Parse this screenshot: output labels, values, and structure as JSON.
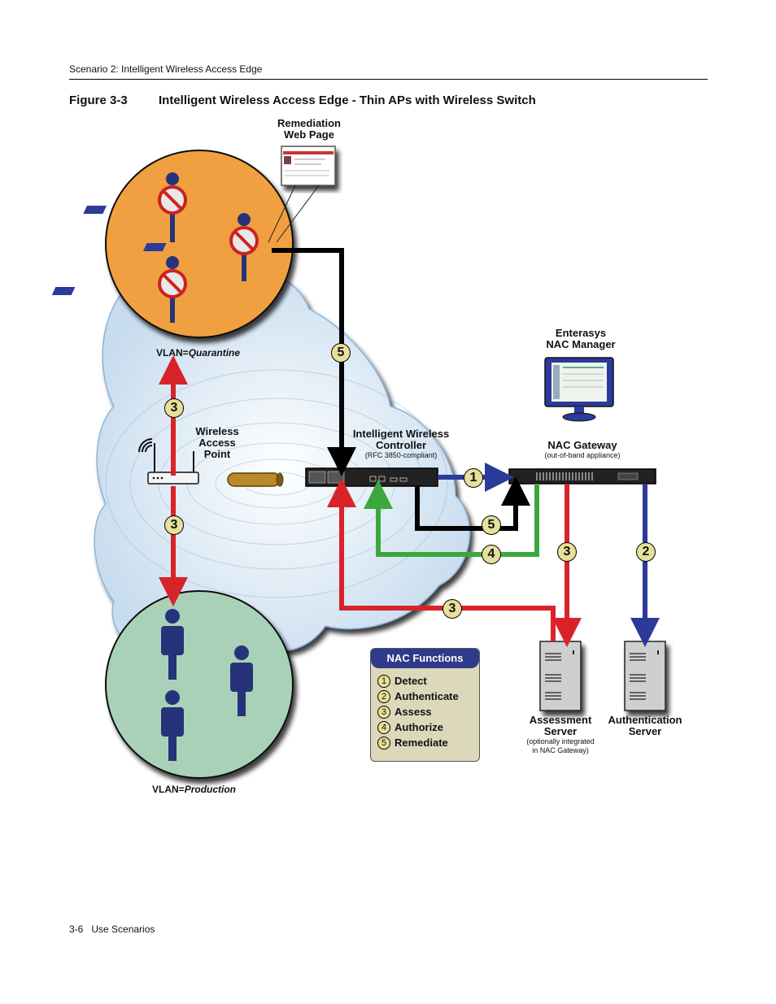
{
  "header": {
    "section": "Scenario 2: Intelligent Wireless Access Edge"
  },
  "figure": {
    "number": "Figure 3-3",
    "title": "Intelligent Wireless Access Edge - Thin APs with Wireless Switch"
  },
  "footer": {
    "page": "3-6   Use Scenarios"
  },
  "labels": {
    "remediation": [
      "Remediation",
      "Web Page"
    ],
    "nac_manager": [
      "Enterasys",
      "NAC Manager"
    ],
    "wap": [
      "Wireless",
      "Access",
      "Point"
    ],
    "controller": [
      "Intelligent Wireless",
      "Controller"
    ],
    "controller_sub": "(RFC 3850-compliant)",
    "gateway": "NAC Gateway",
    "gateway_sub": "(out-of-band appliance)",
    "assessment": [
      "Assessment",
      "Server"
    ],
    "assessment_sub": [
      "(optionally integrated",
      "in NAC Gateway)"
    ],
    "authentication": [
      "Authentication",
      "Server"
    ]
  },
  "vlans": {
    "prefix": "VLAN=",
    "quarantine": "Quarantine",
    "production": "Production"
  },
  "badges": [
    "5",
    "3",
    "3",
    "1",
    "5",
    "4",
    "3",
    "2",
    "3"
  ],
  "legend": {
    "title": "NAC Functions",
    "items": [
      {
        "num": "1",
        "label": "Detect"
      },
      {
        "num": "2",
        "label": "Authenticate"
      },
      {
        "num": "3",
        "label": "Assess"
      },
      {
        "num": "4",
        "label": "Authorize"
      },
      {
        "num": "5",
        "label": "Remediate"
      }
    ]
  },
  "colors": {
    "quarantine_zone": "#f0a040",
    "production_zone": "#a9d1b8",
    "cloud": "#d6e6f2",
    "step_red": "#d8232a",
    "step_blue": "#2c3a9a",
    "step_green": "#3aa83a",
    "step_black": "#000000",
    "user": "#26337a"
  }
}
